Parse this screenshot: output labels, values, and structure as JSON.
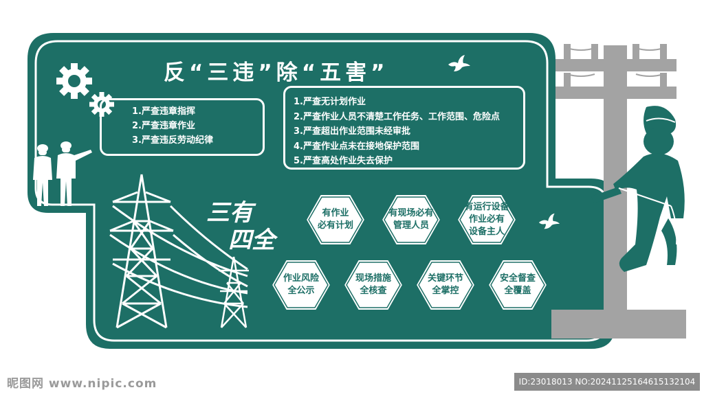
{
  "header": {
    "title": "反“三违”除“五害”"
  },
  "three_violations": [
    "1.严查违章指挥",
    "2.严查违章作业",
    "3.严查违反劳动纪律"
  ],
  "five_harms": [
    "1.严查无计划作业",
    "2.严查作业人员不清楚工作任务、工作范围、危险点",
    "3.严查超出作业范围未经审批",
    "4.严查作业点未在接地保护范围",
    "5.严查高处作业失去保护"
  ],
  "slogan": {
    "line1": "三有",
    "line2": "四全"
  },
  "three_musts": [
    "有作业\n必有计划",
    "有现场必有\n管理人员",
    "有运行设备\n作业必有\n设备主人"
  ],
  "four_fulls": [
    "作业风险\n全公示",
    "现场措施\n全核查",
    "关键环节\n全掌控",
    "安全督查\n全覆盖"
  ],
  "footer": {
    "watermark": "昵图网 www.nipic.com",
    "id_text": "ID:23018013 NO:20241125164615132104"
  },
  "colors": {
    "board": "#1d6f66",
    "pole": "#a3a3a3",
    "text": "#ffffff"
  }
}
